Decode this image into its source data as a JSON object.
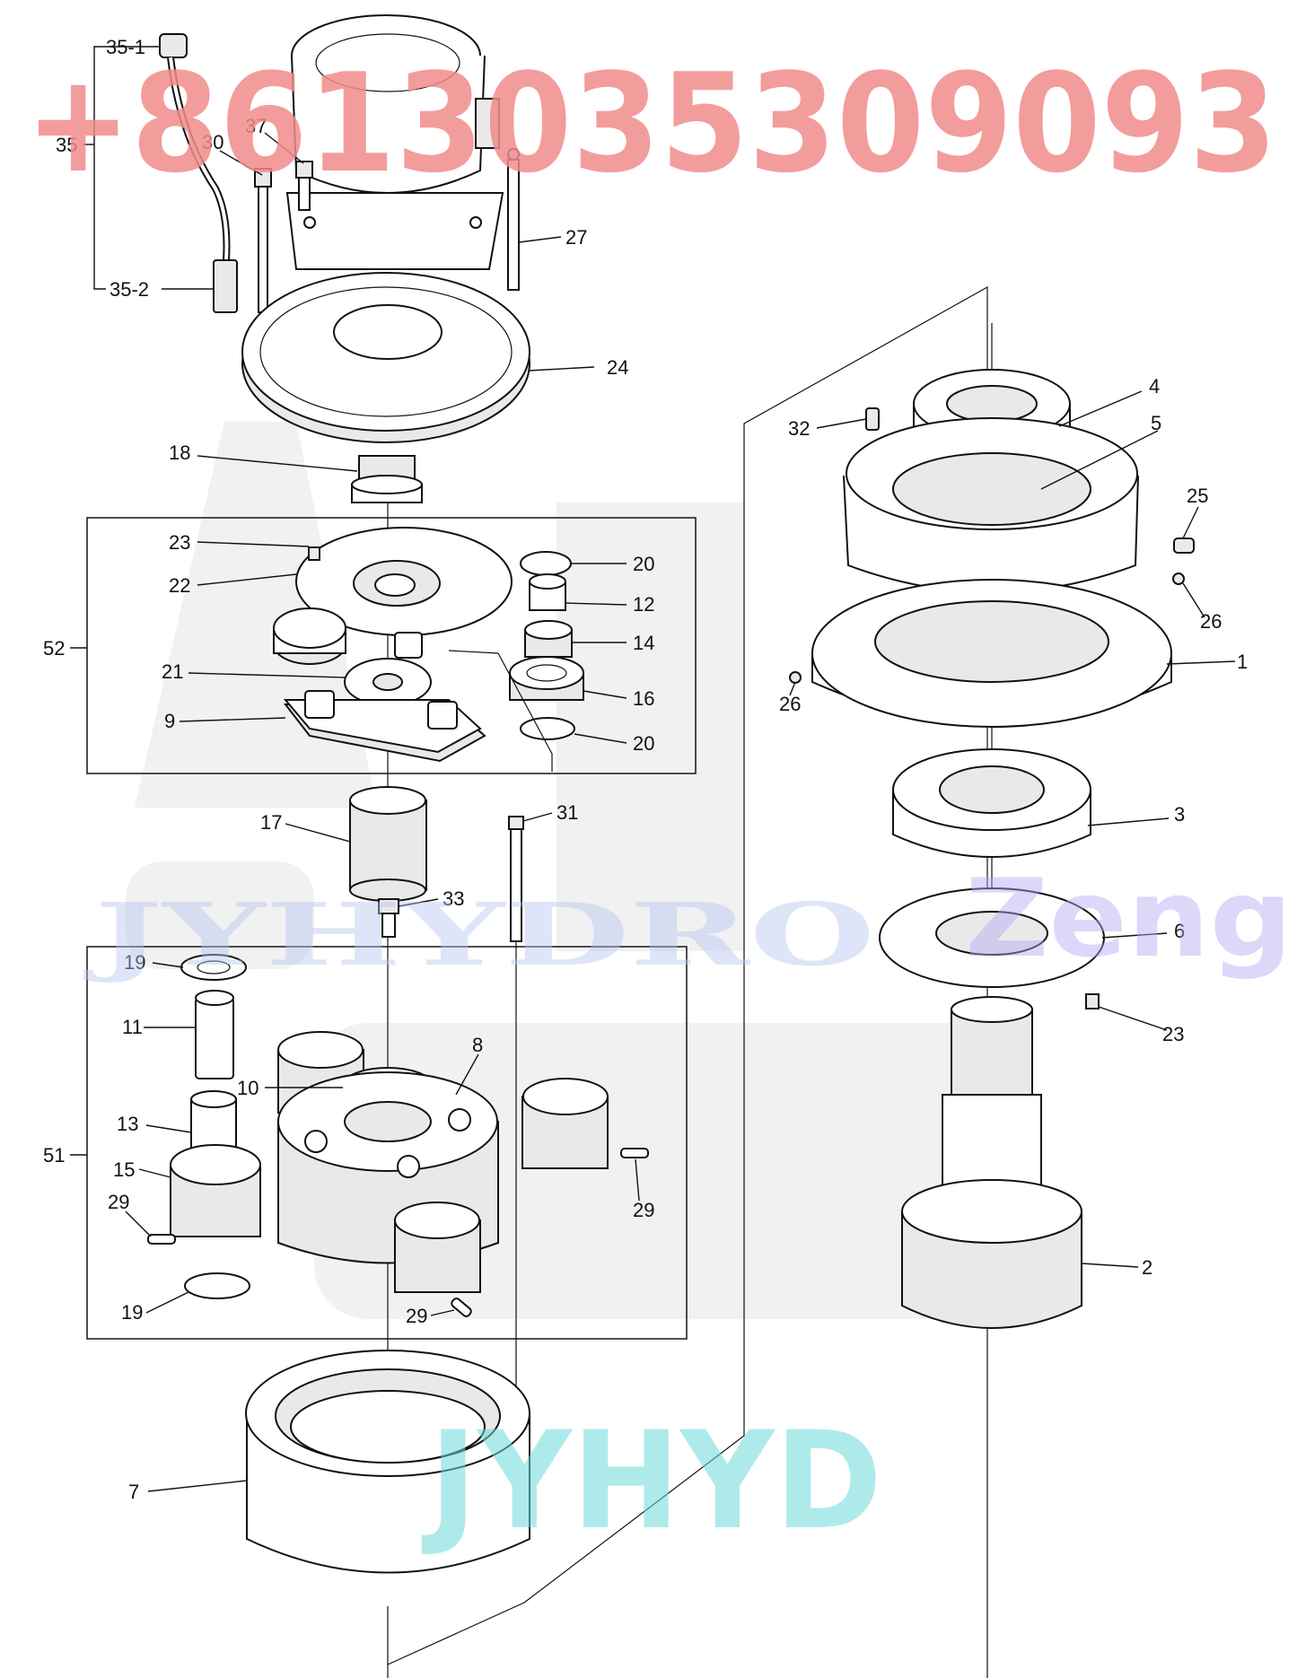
{
  "watermarks": {
    "phone": "+8613035309093",
    "jyhydro": "JYHYDRO",
    "zeng": "Zeng",
    "jyhyd": "JYHYD"
  },
  "callouts": {
    "c35_1": "35-1",
    "c35": "35",
    "c35_2": "35-2",
    "c30": "30",
    "c37": "37",
    "c27": "27",
    "c24": "24",
    "c18": "18",
    "c23a": "23",
    "c22": "22",
    "c52": "52",
    "c21": "21",
    "c9": "9",
    "c20a": "20",
    "c12": "12",
    "c14": "14",
    "c16": "16",
    "c20b": "20",
    "c17": "17",
    "c31": "31",
    "c33": "33",
    "c19a": "19",
    "c11": "11",
    "c10": "10",
    "c8": "8",
    "c13": "13",
    "c51": "51",
    "c15": "15",
    "c29a": "29",
    "c29b": "29",
    "c19b": "19",
    "c29c": "29",
    "c7": "7",
    "c32": "32",
    "c4": "4",
    "c5": "5",
    "c25": "25",
    "c26a": "26",
    "c1": "1",
    "c26b": "26",
    "c3": "3",
    "c6": "6",
    "c23b": "23",
    "c2": "2"
  }
}
